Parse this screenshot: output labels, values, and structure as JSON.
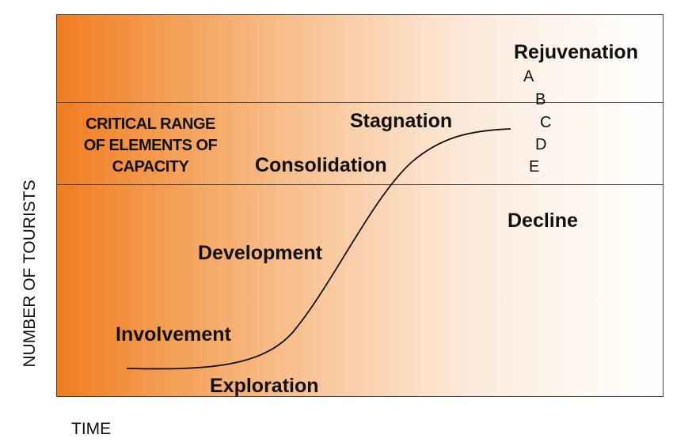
{
  "diagram": {
    "y_axis_label": "NUMBER OF TOURISTS",
    "x_axis_label": "TIME",
    "capacity_label_lines": [
      "CRITICAL RANGE",
      "OF ELEMENTS OF",
      "CAPACITY"
    ],
    "stages": {
      "exploration": "Exploration",
      "involvement": "Involvement",
      "development": "Development",
      "consolidation": "Consolidation",
      "stagnation": "Stagnation",
      "rejuvenation": "Rejuvenation",
      "decline": "Decline"
    },
    "trajectories": [
      "A",
      "B",
      "C",
      "D",
      "E"
    ],
    "colors": {
      "gradient_start": "#f07c1f",
      "gradient_end": "#ffffff",
      "line": "#111111"
    }
  }
}
